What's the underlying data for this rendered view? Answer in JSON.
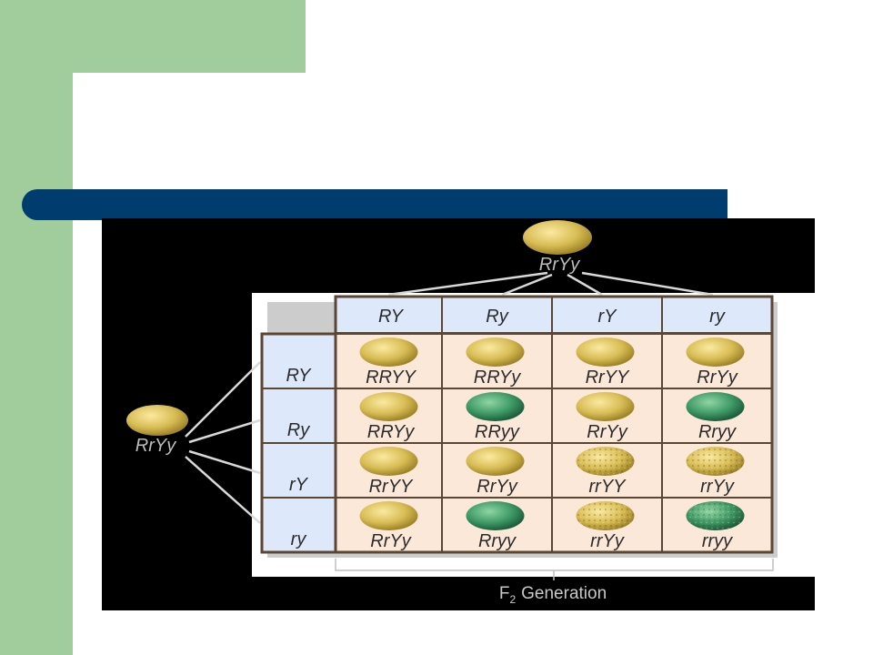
{
  "diagram": {
    "top_parent": "RrYy",
    "side_parent": "RrYy",
    "column_gametes": [
      "RY",
      "Ry",
      "rY",
      "ry"
    ],
    "row_gametes": [
      "RY",
      "Ry",
      "rY",
      "ry"
    ],
    "cells": [
      [
        {
          "genotype": "RRYY",
          "pea": "yellow-round"
        },
        {
          "genotype": "RRYy",
          "pea": "yellow-round"
        },
        {
          "genotype": "RrYY",
          "pea": "yellow-round"
        },
        {
          "genotype": "RrYy",
          "pea": "yellow-round"
        }
      ],
      [
        {
          "genotype": "RRYy",
          "pea": "yellow-round"
        },
        {
          "genotype": "RRyy",
          "pea": "green-round"
        },
        {
          "genotype": "RrYy",
          "pea": "yellow-round"
        },
        {
          "genotype": "Rryy",
          "pea": "green-round"
        }
      ],
      [
        {
          "genotype": "RrYY",
          "pea": "yellow-round"
        },
        {
          "genotype": "RrYy",
          "pea": "yellow-round"
        },
        {
          "genotype": "rrYY",
          "pea": "yellow-wrinkled"
        },
        {
          "genotype": "rrYy",
          "pea": "yellow-wrinkled"
        }
      ],
      [
        {
          "genotype": "RrYy",
          "pea": "yellow-round"
        },
        {
          "genotype": "Rryy",
          "pea": "green-round"
        },
        {
          "genotype": "rrYy",
          "pea": "yellow-wrinkled"
        },
        {
          "genotype": "rryy",
          "pea": "green-wrinkled"
        }
      ]
    ],
    "caption_prefix": "F",
    "caption_subscript": "2",
    "caption_word": "Generation"
  },
  "colors": {
    "header_fill": "#dde8fb",
    "cell_fill": "#fbe8d8",
    "yellow_pea": "#d8bd55",
    "green_pea": "#3f9a66",
    "grid_line": "#5a4632"
  }
}
